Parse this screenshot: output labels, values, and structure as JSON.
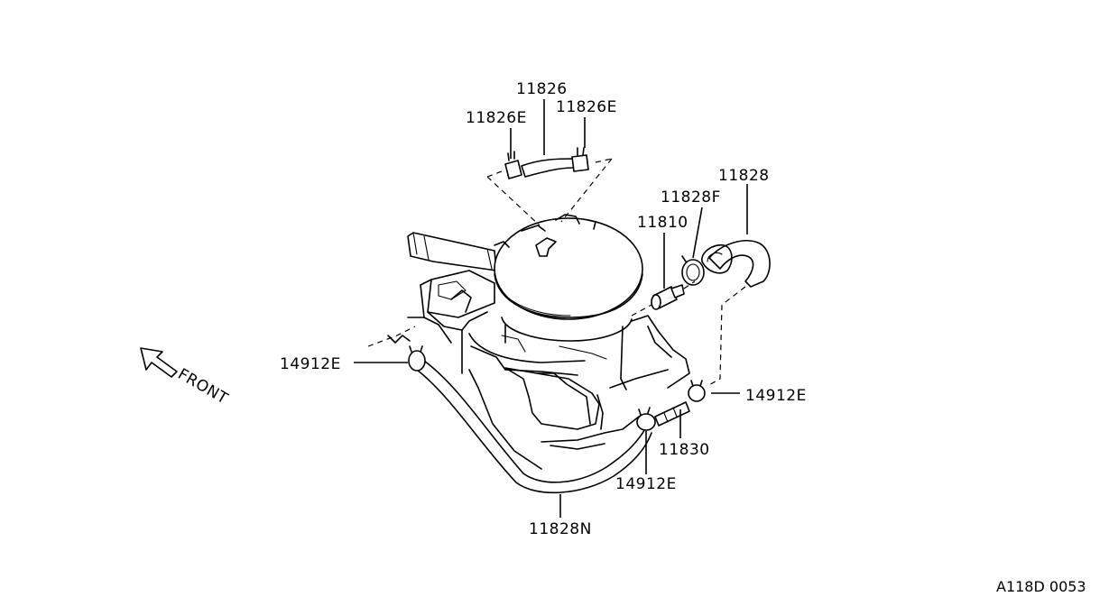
{
  "labels": {
    "hose_top": "11826",
    "clamp_top_left": "11826E",
    "clamp_top_right": "11826E",
    "hose_right": "11828",
    "clamp_right": "11828F",
    "valve": "11810",
    "clamp_left": "14912E",
    "clamp_lower_right": "14912E",
    "connector": "11830",
    "clamp_lower_mid": "14912E",
    "hose_bottom": "11828N",
    "front": "FRONT"
  },
  "ref_code": "A118D 0053"
}
